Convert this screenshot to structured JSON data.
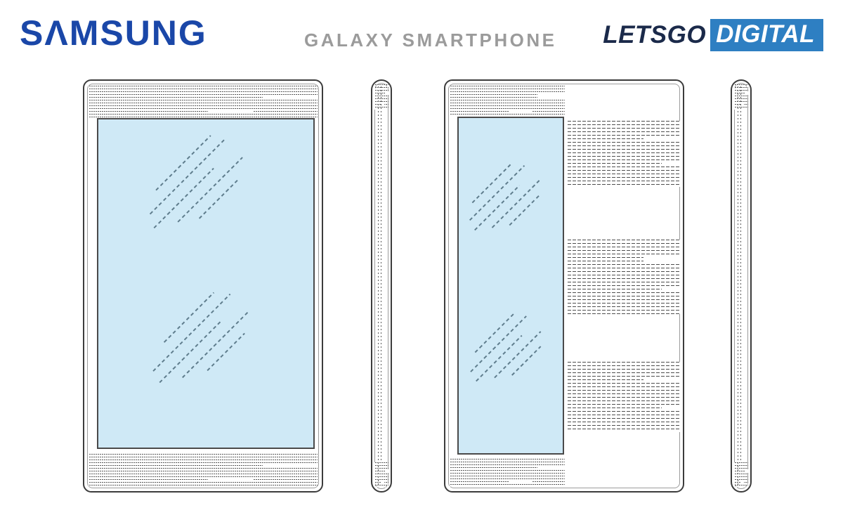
{
  "header": {
    "samsung_logo": "SΛMSUNG",
    "title": "GALAXY SMARTPHONE",
    "letsgo_text": "LETSGO",
    "digital_text": "DIGITAL"
  },
  "colors": {
    "page_background": "#ffffff",
    "samsung_blue": "#1a47a8",
    "title_gray": "#9b9b9b",
    "letsgo_navy": "#1b2a4a",
    "digital_box_blue": "#2e7fc2",
    "digital_text_white": "#ffffff",
    "drawing_line_gray": "#3c3c3c",
    "screen_blue": "#cfe9f6"
  },
  "figures": [
    {
      "id": "front-view-full-display",
      "type": "patent-drawing"
    },
    {
      "id": "side-view-left",
      "type": "patent-drawing"
    },
    {
      "id": "front-view-partial-display",
      "type": "patent-drawing"
    },
    {
      "id": "side-view-right",
      "type": "patent-drawing"
    }
  ]
}
